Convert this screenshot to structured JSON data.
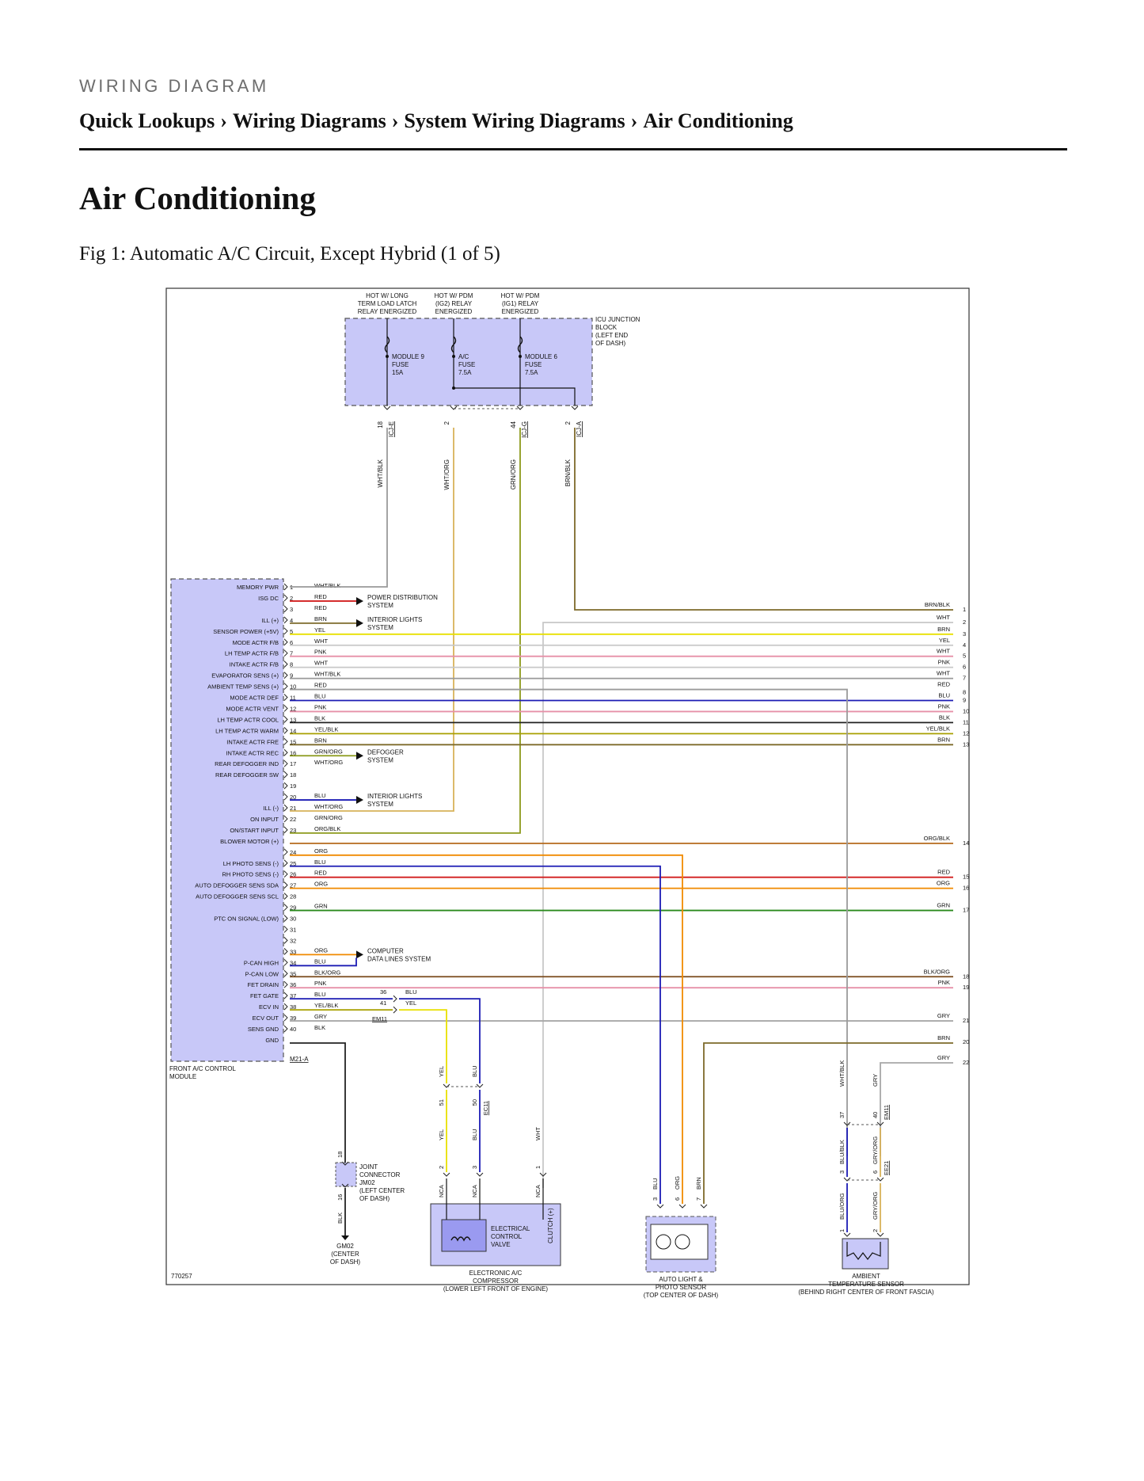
{
  "header": {
    "kicker": "WIRING DIAGRAM",
    "breadcrumb": [
      "Quick Lookups",
      "Wiring Diagrams",
      "System Wiring Diagrams",
      "Air Conditioning"
    ],
    "separator": "›"
  },
  "page_title": "Air Conditioning",
  "figure_caption": "Fig 1: Automatic A/C Circuit, Except Hybrid (1 of 5)",
  "diagram": {
    "figure_id": "770257",
    "top_feeds": [
      {
        "label": [
          "HOT W/ LONG",
          "TERM LOAD LATCH",
          "RELAY ENERGIZED"
        ]
      },
      {
        "label": [
          "HOT W/ PDM",
          "(IG2) RELAY",
          "ENERGIZED"
        ]
      },
      {
        "label": [
          "HOT W/ PDM",
          "(IG1) RELAY",
          "ENERGIZED"
        ]
      }
    ],
    "icu": {
      "label": [
        "ICU JUNCTION",
        "BLOCK",
        "(LEFT END",
        "OF DASH)"
      ],
      "fuses": [
        {
          "label": [
            "MODULE 9",
            "FUSE",
            "15A"
          ]
        },
        {
          "label": [
            "A/C",
            "FUSE",
            "7.5A"
          ]
        },
        {
          "label": [
            "MODULE 6",
            "FUSE",
            "7.5A"
          ]
        }
      ],
      "outputs": [
        {
          "pin": "18",
          "connector": "ICJ-E",
          "wire": "WHT/BLK",
          "color": "#9a9a9a"
        },
        {
          "pin": "2",
          "connector": "",
          "wire": "WHT/ORG",
          "color": "#d8b25a"
        },
        {
          "pin": "44",
          "connector": "ICJ-G",
          "wire": "GRN/ORG",
          "color": "#8c9a1c"
        },
        {
          "pin": "2",
          "connector": "ICJ-A",
          "wire": "BRN/BLK",
          "color": "#7d6a2a"
        }
      ]
    },
    "module": {
      "label": [
        "FRONT A/C CONTROL",
        "MODULE"
      ],
      "connector": "M21-A",
      "pins": [
        {
          "n": "1",
          "name": "MEMORY PWR",
          "wire": "WHT/BLK",
          "color": "#9a9a9a"
        },
        {
          "n": "2",
          "name": "ISG DC",
          "wire": "RED",
          "color": "#d21f1f"
        },
        {
          "n": "3",
          "name": "",
          "wire": "RED",
          "color": "#d21f1f"
        },
        {
          "n": "4",
          "name": "ILL (+)",
          "wire": "BRN",
          "color": "#7d6a2a"
        },
        {
          "n": "5",
          "name": "SENSOR POWER (+5V)",
          "wire": "YEL",
          "color": "#e8e000"
        },
        {
          "n": "6",
          "name": "MODE ACTR F/B",
          "wire": "WHT",
          "color": "#c8c8c8"
        },
        {
          "n": "7",
          "name": "LH TEMP ACTR F/B",
          "wire": "PNK",
          "color": "#e690a8"
        },
        {
          "n": "8",
          "name": "INTAKE ACTR F/B",
          "wire": "WHT",
          "color": "#c8c8c8"
        },
        {
          "n": "9",
          "name": "EVAPORATOR SENS (+)",
          "wire": "WHT/BLK",
          "color": "#9a9a9a"
        },
        {
          "n": "10",
          "name": "AMBIENT TEMP SENS (+)",
          "wire": "RED",
          "color": "#d21f1f"
        },
        {
          "n": "11",
          "name": "MODE ACTR DEF",
          "wire": "BLU",
          "color": "#1c1cb4"
        },
        {
          "n": "12",
          "name": "MODE ACTR VENT",
          "wire": "PNK",
          "color": "#e690a8"
        },
        {
          "n": "13",
          "name": "LH TEMP ACTR COOL",
          "wire": "BLK",
          "color": "#222222"
        },
        {
          "n": "14",
          "name": "LH TEMP ACTR WARM",
          "wire": "YEL/BLK",
          "color": "#a8a000"
        },
        {
          "n": "15",
          "name": "INTAKE ACTR FRE",
          "wire": "BRN",
          "color": "#7d6a2a"
        },
        {
          "n": "16",
          "name": "INTAKE ACTR REC",
          "wire": "GRN/ORG",
          "color": "#8c9a1c"
        },
        {
          "n": "17",
          "name": "REAR DEFOGGER IND",
          "wire": "WHT/ORG",
          "color": "#d8b25a"
        },
        {
          "n": "18",
          "name": "REAR DEFOGGER SW",
          "wire": "",
          "color": ""
        },
        {
          "n": "19",
          "name": "",
          "wire": "",
          "color": ""
        },
        {
          "n": "20",
          "name": "",
          "wire": "BLU",
          "color": "#1c1cb4"
        },
        {
          "n": "21",
          "name": "ILL (-)",
          "wire": "WHT/ORG",
          "color": "#d8b25a"
        },
        {
          "n": "22",
          "name": "ON INPUT",
          "wire": "GRN/ORG",
          "color": "#8c9a1c"
        },
        {
          "n": "23",
          "name": "ON/START INPUT",
          "wire": "ORG/BLK",
          "color": "#b56a1c"
        },
        {
          "n": "",
          "name": "BLOWER MOTOR (+)",
          "wire": "",
          "color": ""
        },
        {
          "n": "24",
          "name": "",
          "wire": "ORG",
          "color": "#f08a00"
        },
        {
          "n": "25",
          "name": "LH PHOTO SENS (-)",
          "wire": "BLU",
          "color": "#1c1cb4"
        },
        {
          "n": "26",
          "name": "RH PHOTO SENS (-)",
          "wire": "RED",
          "color": "#d21f1f"
        },
        {
          "n": "27",
          "name": "AUTO DEFOGGER SENS SDA",
          "wire": "ORG",
          "color": "#f08a00"
        },
        {
          "n": "28",
          "name": "AUTO DEFOGGER SENS SCL",
          "wire": "",
          "color": ""
        },
        {
          "n": "29",
          "name": "",
          "wire": "GRN",
          "color": "#2a8a1c"
        },
        {
          "n": "30",
          "name": "PTC ON SIGNAL (LOW)",
          "wire": "",
          "color": ""
        },
        {
          "n": "31",
          "name": "",
          "wire": "",
          "color": ""
        },
        {
          "n": "32",
          "name": "",
          "wire": "",
          "color": ""
        },
        {
          "n": "33",
          "name": "",
          "wire": "ORG",
          "color": "#f08a00"
        },
        {
          "n": "34",
          "name": "P-CAN HIGH",
          "wire": "BLU",
          "color": "#1c1cb4"
        },
        {
          "n": "35",
          "name": "P-CAN LOW",
          "wire": "BLK/ORG",
          "color": "#7a4a1c"
        },
        {
          "n": "36",
          "name": "FET DRAIN",
          "wire": "PNK",
          "color": "#e690a8"
        },
        {
          "n": "37",
          "name": "FET GATE",
          "wire": "BLU",
          "color": "#1c1cb4"
        },
        {
          "n": "38",
          "name": "ECV IN",
          "wire": "YEL/BLK",
          "color": "#a8a000"
        },
        {
          "n": "39",
          "name": "ECV OUT",
          "wire": "GRY",
          "color": "#a8a8a8"
        },
        {
          "n": "40",
          "name": "SENS GND",
          "wire": "BLK",
          "color": "#222222"
        },
        {
          "n": "",
          "name": "GND",
          "wire": "",
          "color": ""
        }
      ]
    },
    "systems": [
      {
        "label": [
          "POWER DISTRIBUTION",
          "SYSTEM"
        ]
      },
      {
        "label": [
          "INTERIOR LIGHTS",
          "SYSTEM"
        ]
      },
      {
        "label": [
          "DEFOGGER",
          "SYSTEM"
        ]
      },
      {
        "label": [
          "INTERIOR LIGHTS",
          "SYSTEM"
        ]
      },
      {
        "label": [
          "COMPUTER",
          "DATA LINES SYSTEM"
        ]
      }
    ],
    "right_edge": [
      {
        "wire": "BRN/BLK",
        "ref": "1"
      },
      {
        "wire": "WHT",
        "ref": "2"
      },
      {
        "wire": "BRN",
        "ref": "3"
      },
      {
        "wire": "YEL",
        "ref": "4"
      },
      {
        "wire": "WHT",
        "ref": "5"
      },
      {
        "wire": "PNK",
        "ref": "6"
      },
      {
        "wire": "WHT",
        "ref": "7"
      },
      {
        "wire": "RED",
        "ref": "8"
      },
      {
        "wire": "BLU",
        "ref": "9"
      },
      {
        "wire": "PNK",
        "ref": "10"
      },
      {
        "wire": "BLK",
        "ref": "11"
      },
      {
        "wire": "YEL/BLK",
        "ref": "12"
      },
      {
        "wire": "BRN",
        "ref": "13"
      },
      {
        "wire": "ORG/BLK",
        "ref": "14"
      },
      {
        "wire": "RED",
        "ref": "15"
      },
      {
        "wire": "ORG",
        "ref": "16"
      },
      {
        "wire": "GRN",
        "ref": "17"
      },
      {
        "wire": "BLK/ORG",
        "ref": "18"
      },
      {
        "wire": "PNK",
        "ref": "19"
      },
      {
        "wire": "BRN",
        "ref": "20"
      },
      {
        "wire": "GRY",
        "ref": "21"
      },
      {
        "wire": "GRY",
        "ref": "22"
      }
    ],
    "em11_pins": [
      {
        "pin": "36",
        "wire": "BLU"
      },
      {
        "pin": "41",
        "wire": "YEL"
      }
    ],
    "em11_connector": "EM11",
    "ec11_connector": "EC11",
    "ec11_pins": [
      {
        "pin": "51",
        "wire": "YEL"
      },
      {
        "pin": "50",
        "wire": "BLU"
      }
    ],
    "joint": {
      "label": [
        "JOINT",
        "CONNECTOR",
        "JM02",
        "(LEFT CENTER",
        "OF DASH)"
      ],
      "pin_top": "18",
      "pin_bottom": "16",
      "wire": "BLK",
      "ground": [
        "GM02",
        "(CENTER",
        "OF DASH)"
      ]
    },
    "compressor": {
      "label": [
        "ELECTRONIC A/C",
        "COMPRESSOR",
        "(LOWER LEFT FRONT OF ENGINE)"
      ],
      "valve_label": [
        "ELECTRICAL",
        "CONTROL",
        "VALVE"
      ],
      "clutch_label": "CLUTCH (+)",
      "pins": [
        {
          "pin": "2",
          "wire": "YEL",
          "conn": "NCA"
        },
        {
          "pin": "3",
          "wire": "BLU",
          "conn": "NCA"
        },
        {
          "pin": "1",
          "wire": "WHT",
          "conn": "NCA"
        }
      ],
      "upper_wires": [
        "YEL",
        "BLU"
      ]
    },
    "photo_sensor": {
      "label": [
        "AUTO LIGHT &",
        "PHOTO SENSOR",
        "(TOP CENTER OF DASH)"
      ],
      "pins": [
        {
          "pin": "3",
          "wire": "BLU"
        },
        {
          "pin": "6",
          "wire": "ORG"
        },
        {
          "pin": "7",
          "wire": "BRN"
        }
      ]
    },
    "ambient_sensor": {
      "label": [
        "AMBIENT",
        "TEMPERATURE SENSOR",
        "(BEHIND RIGHT CENTER OF FRONT FASCIA)"
      ],
      "top_wires": [
        "WHT/BLK",
        "GRY"
      ],
      "em11_pins": [
        "37",
        "40"
      ],
      "em11_connector": "EM11",
      "ee21_pins": [
        "3",
        "6"
      ],
      "ee21_connector": "EE21",
      "mid_wires": [
        "BLU/BLK",
        "GRY/ORG"
      ],
      "bottom_wires": [
        "BLU/ORG",
        "GRY/ORG"
      ],
      "sensor_pins": [
        "1",
        "2"
      ]
    }
  }
}
